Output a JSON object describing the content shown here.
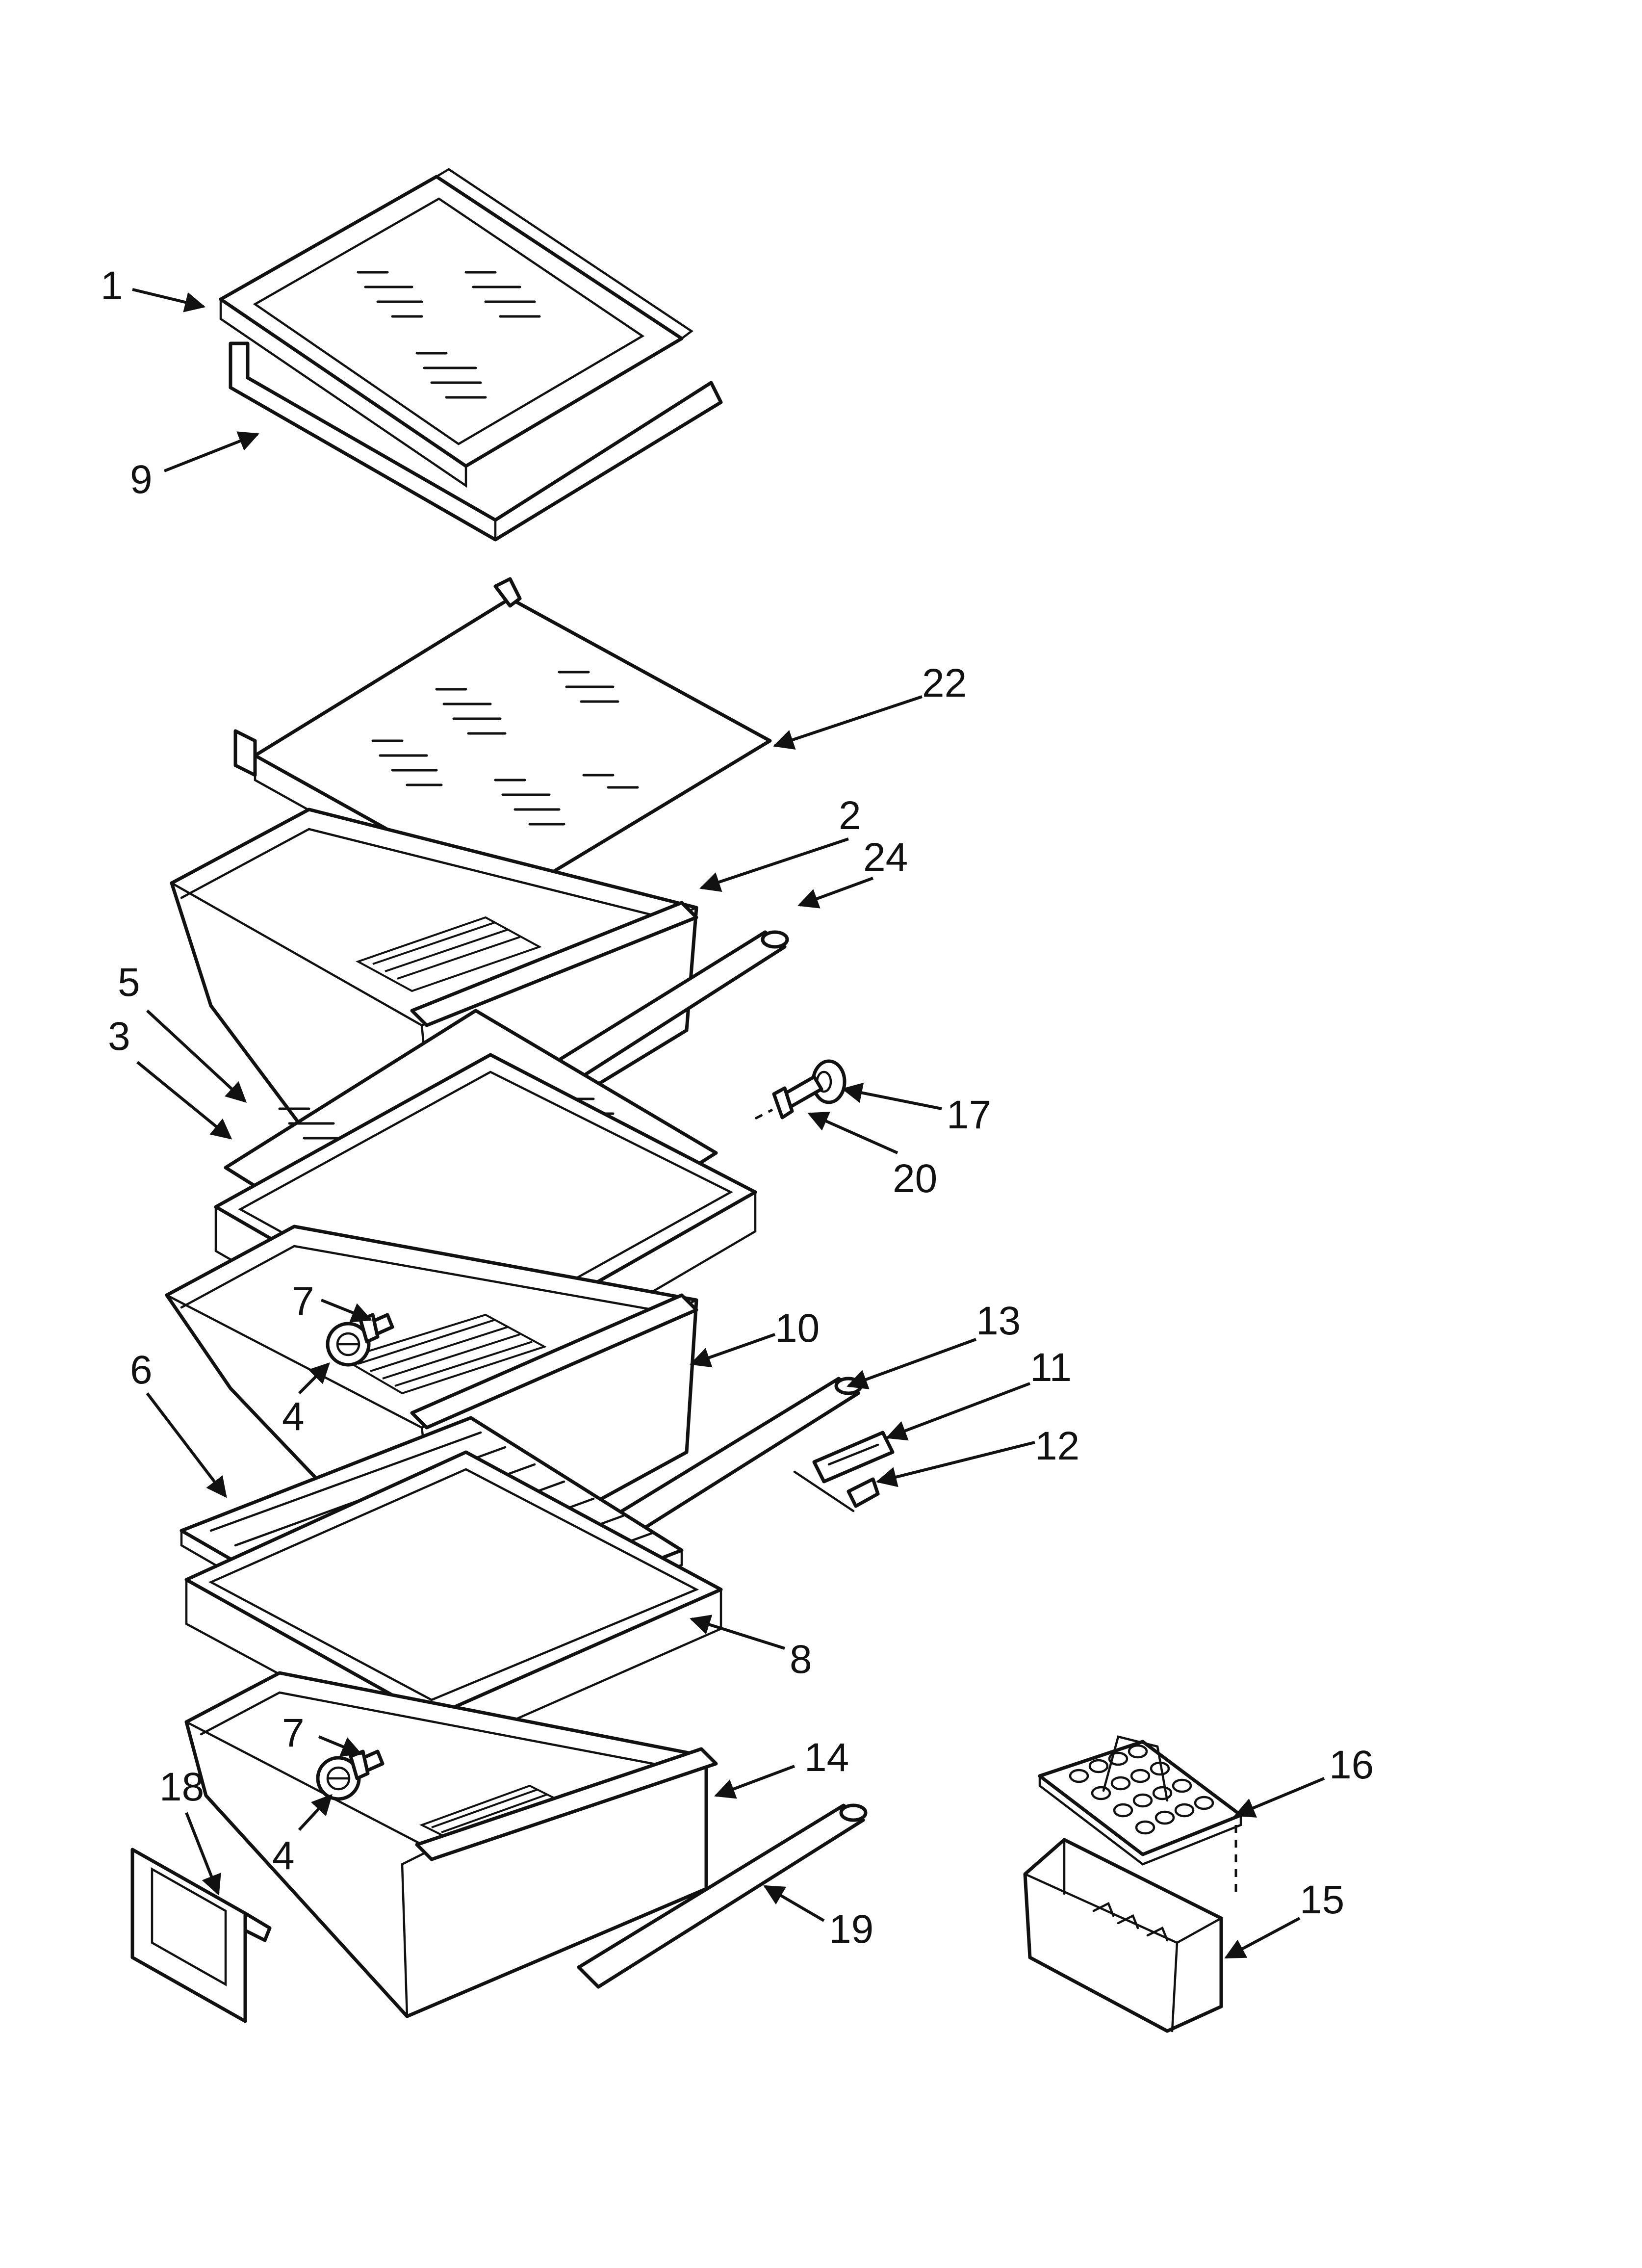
{
  "callouts": {
    "c1": "1",
    "c9": "9",
    "c22": "22",
    "c2": "2",
    "c24": "24",
    "c5": "5",
    "c3": "3",
    "c17": "17",
    "c20": "20",
    "c7a": "7",
    "c10": "10",
    "c13": "13",
    "c4a": "4",
    "c11": "11",
    "c6": "6",
    "c12": "12",
    "c8": "8",
    "c7b": "7",
    "c14": "14",
    "c16": "16",
    "c18": "18",
    "c4b": "4",
    "c15": "15",
    "c19": "19"
  }
}
